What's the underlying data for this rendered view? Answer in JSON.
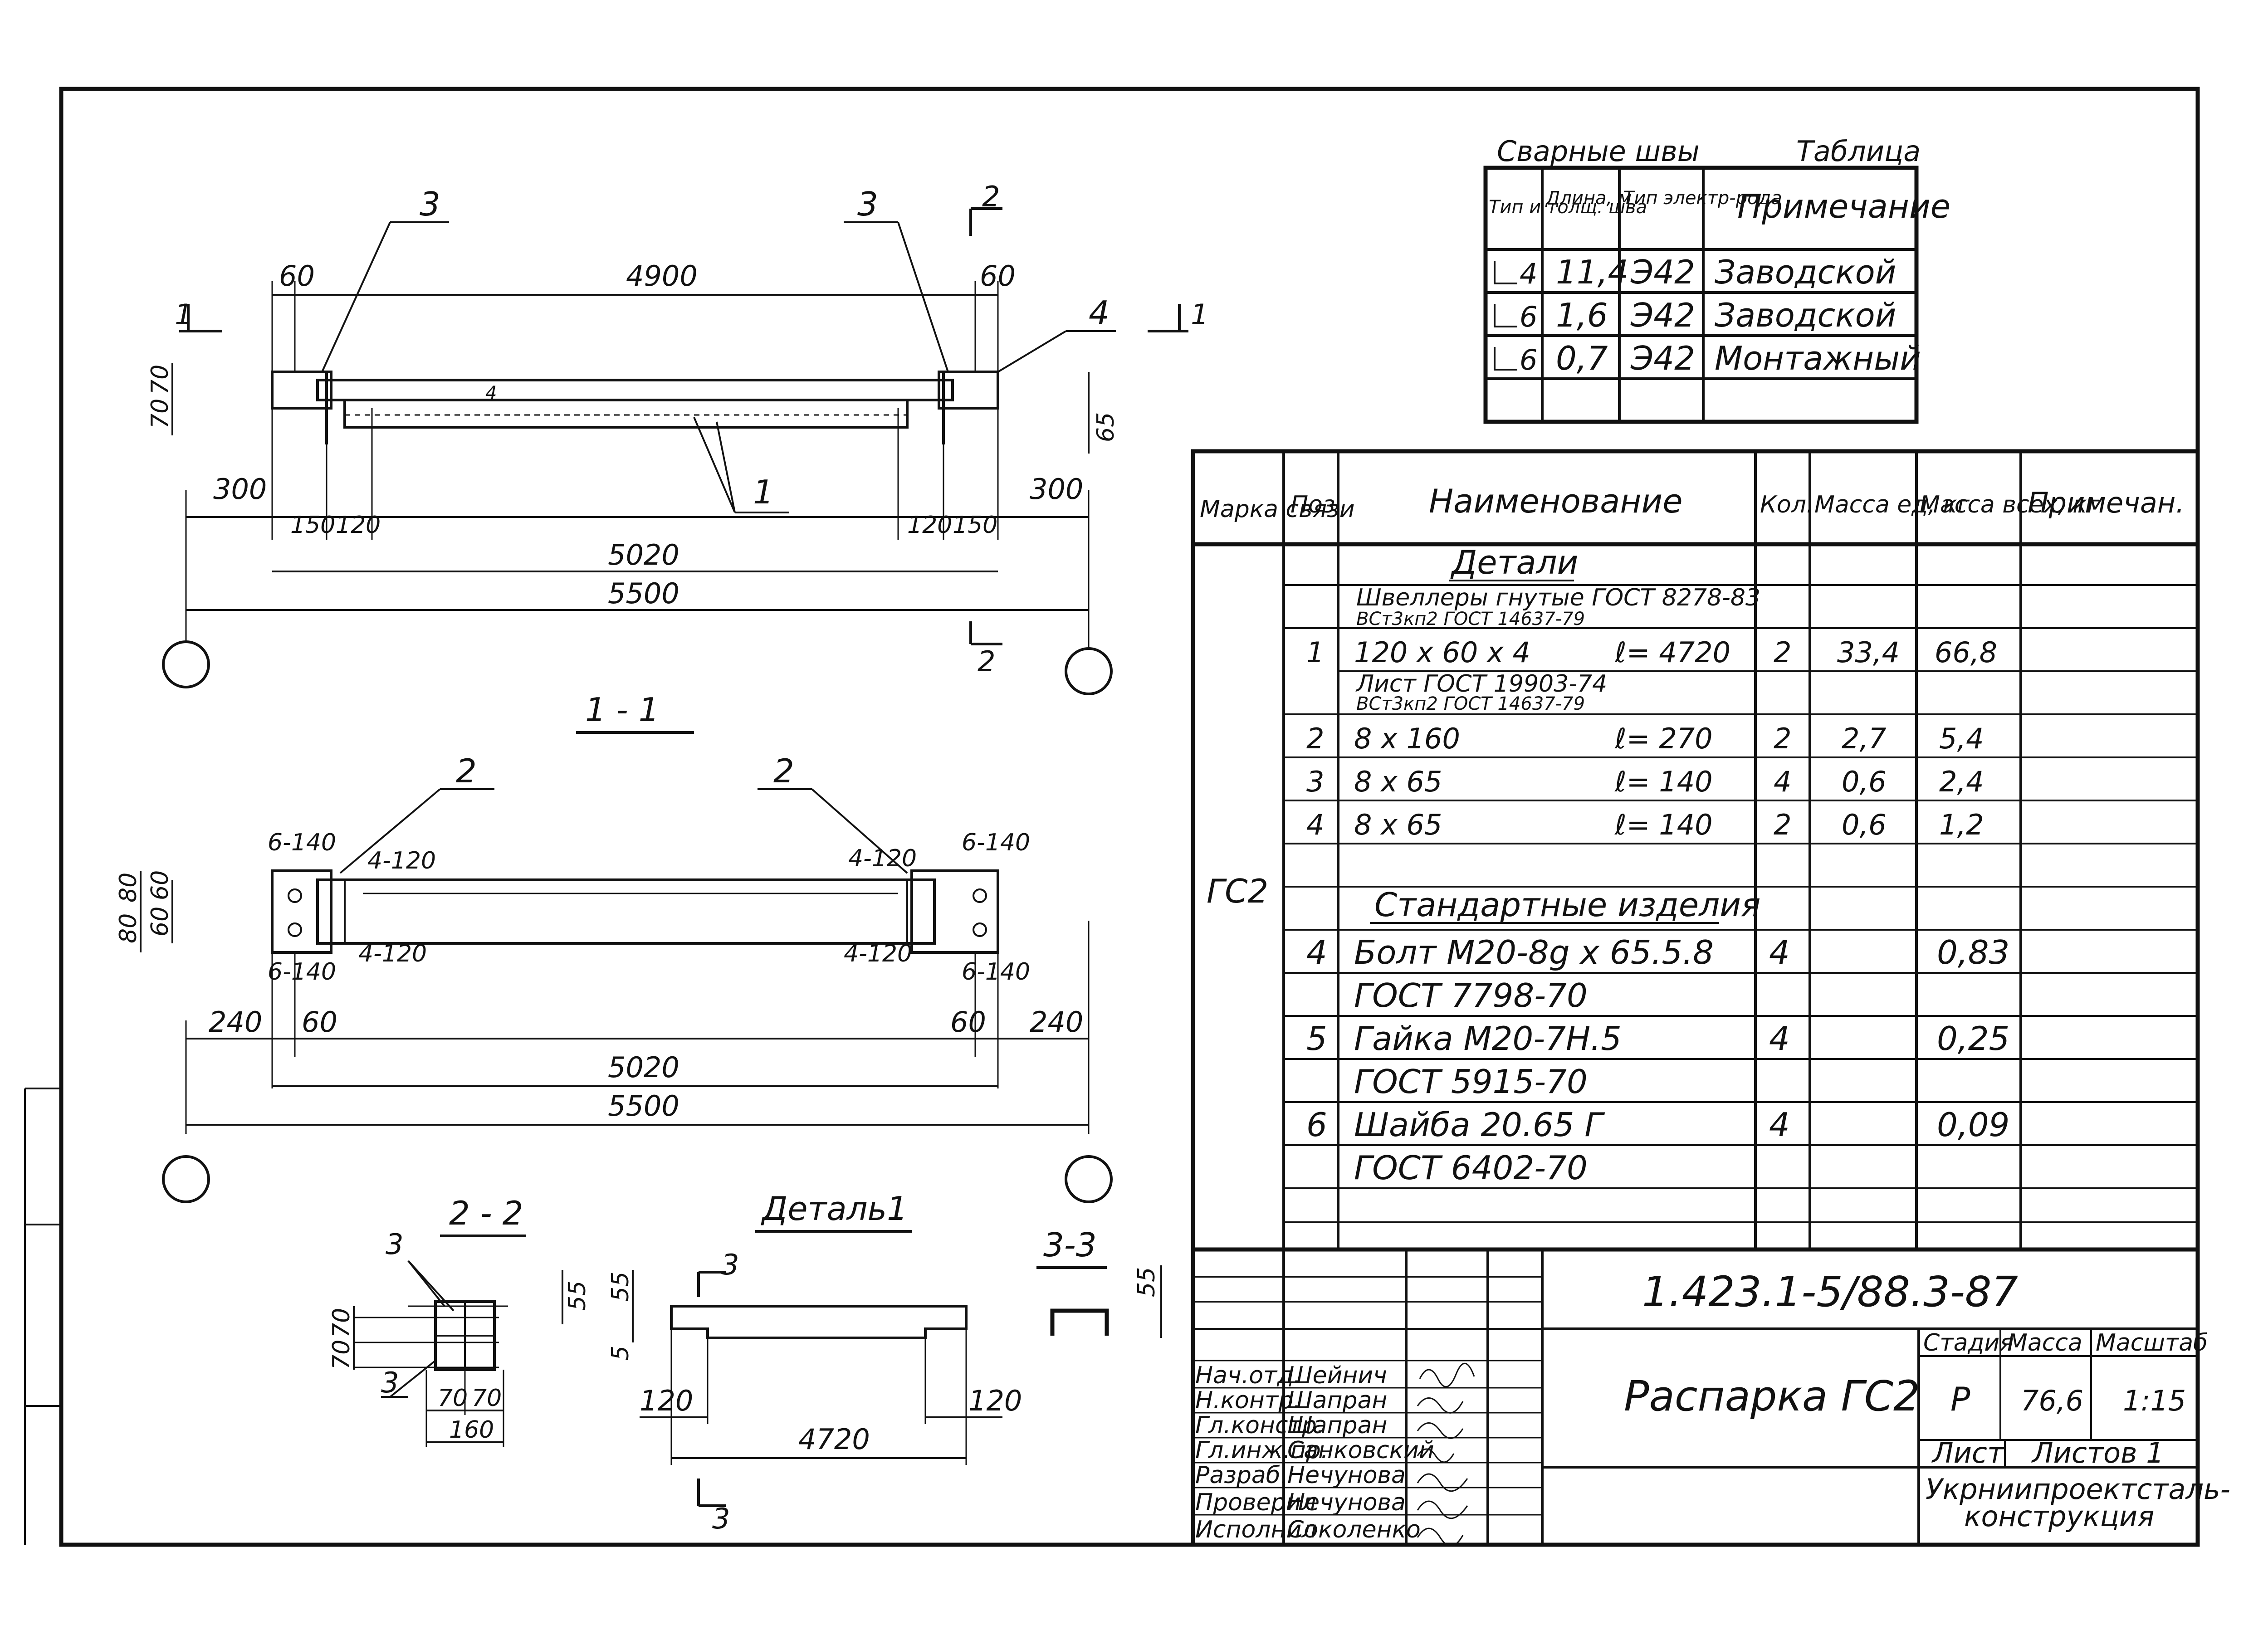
{
  "drawing": {
    "code": "1.423.1-5/88.3-87",
    "title": "Распарка ГС2",
    "stage_header": "Стадия",
    "mass_header": "Масса",
    "scale_header": "Масштаб",
    "stage": "Р",
    "mass": "76,6",
    "scale": "1:15",
    "sheet_label": "Лист",
    "sheets_label": "Листов 1",
    "org_line1": "Укрниипроектсталь-",
    "org_line2": "конструкция"
  },
  "signatures": [
    {
      "role": "Нач.отд.",
      "name": "Шейнич"
    },
    {
      "role": "Н.контр.",
      "name": "Шапран"
    },
    {
      "role": "Гл.констр.",
      "name": "Шапран"
    },
    {
      "role": "Гл.инж.пр.",
      "name": "Санковский"
    },
    {
      "role": "Разраб.",
      "name": "Нечунова"
    },
    {
      "role": "Проверил",
      "name": "Нечунова"
    },
    {
      "role": "Исполнил",
      "name": "Соколенко"
    }
  ],
  "weld_table": {
    "caption_left": "Сварные швы",
    "caption_right": "Таблица",
    "headers": [
      "Тип и толщ. шва",
      "Длина, м",
      "Тип электр-рода",
      "Примечание"
    ],
    "rows": [
      {
        "type": "4",
        "length": "11,4",
        "electrode": "Э42",
        "note": "Заводской"
      },
      {
        "type": "6",
        "length": "1,6",
        "electrode": "Э42",
        "note": "Заводской"
      },
      {
        "type": "6",
        "length": "0,7",
        "electrode": "Э42",
        "note": "Монтажный"
      }
    ]
  },
  "spec_table": {
    "headers": [
      "Марка связи",
      "Поз.",
      "Наименование",
      "Кол.",
      "Масса ед, кг",
      "Масса всех, кг",
      "Примечан."
    ],
    "mark": "ГС2",
    "section_details": "Детали",
    "section_standard": "Стандартные изделия",
    "material_channel_1": "Швеллеры гнутые ГОСТ 8278-83",
    "material_channel_2": "ВСт3кп2    ГОСТ 14637-79",
    "material_sheet_1": "Лист    ГОСТ 19903-74",
    "material_sheet_2": "ВСт3кп2    ГОСТ 14637-79",
    "rows": [
      {
        "pos": "1",
        "name": "120 х 60 х 4",
        "len": "ℓ= 4720",
        "qty": "2",
        "m1": "33,4",
        "mall": "66,8"
      },
      {
        "pos": "2",
        "name": "8 х 160",
        "len": "ℓ= 270",
        "qty": "2",
        "m1": "2,7",
        "mall": "5,4"
      },
      {
        "pos": "3",
        "name": "8 х 65",
        "len": "ℓ= 140",
        "qty": "4",
        "m1": "0,6",
        "mall": "2,4"
      },
      {
        "pos": "4",
        "name": "8 х 65",
        "len": "ℓ= 140",
        "qty": "2",
        "m1": "0,6",
        "mall": "1,2"
      }
    ],
    "std_rows": [
      {
        "pos": "4",
        "name": "Болт  М20-8g х 65.5.8",
        "gost": "ГОСТ 7798-70",
        "qty": "4",
        "mall": "0,83"
      },
      {
        "pos": "5",
        "name": "Гайка  М20-7Н.5",
        "gost": "ГОСТ 5915-70",
        "qty": "4",
        "mall": "0,25"
      },
      {
        "pos": "6",
        "name": "Шайба  20.65 Г",
        "gost": "ГОСТ 6402-70",
        "qty": "4",
        "mall": "0,09"
      }
    ]
  },
  "views": {
    "section_1_1": "1 - 1",
    "section_2_2": "2 - 2",
    "section_3_3": "3-3",
    "detail_1": "Деталь1",
    "cut_1": "1",
    "cut_2": "2",
    "cut_3": "3"
  },
  "top_view_dims": {
    "d60_l": "60",
    "d4900": "4900",
    "d60_r": "60",
    "d70a": "70",
    "d70b": "70",
    "d65": "65",
    "d300_l": "300",
    "d150_l": "150",
    "d120_l": "120",
    "d120_r": "120",
    "d150_r": "150",
    "d300_r": "300",
    "d5020": "5020",
    "d5500": "5500",
    "lbl3_l": "3",
    "lbl3_r": "3",
    "lbl4": "4",
    "lbl1": "1",
    "weld4": "4"
  },
  "section11_dims": {
    "lbl2_l": "2",
    "lbl2_r": "2",
    "bolt_tl": "6-140",
    "bolt_bl": "6-140",
    "bolt_tr": "6-140",
    "bolt_br": "6-140",
    "weld_tl": "4-120",
    "weld_bl": "4-120",
    "weld_tr": "4-120",
    "weld_br": "4-120",
    "d80a": "80",
    "d80b": "80",
    "d60a": "60",
    "d60b": "60",
    "d240_l": "240",
    "d60_l": "60",
    "d60_r": "60",
    "d240_r": "240",
    "d5020": "5020",
    "d5500": "5500"
  },
  "section22_dims": {
    "lbl3a": "3",
    "lbl3b": "3",
    "d70a": "70",
    "d70b": "70",
    "d55": "55",
    "d70c": "70",
    "d70d": "70",
    "d160": "160"
  },
  "detail1_dims": {
    "d55": "55",
    "d5": "5",
    "d120_l": "120",
    "d120_r": "120",
    "d4720": "4720"
  },
  "section33_dims": {
    "d55": "55"
  }
}
